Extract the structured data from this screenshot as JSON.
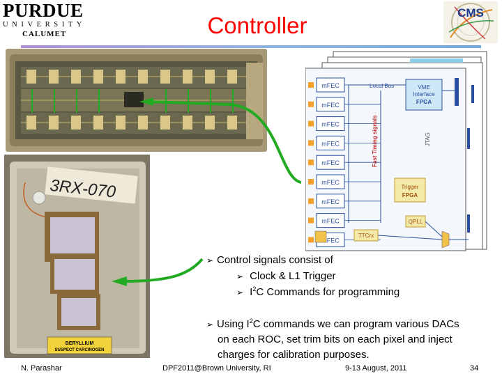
{
  "header": {
    "logo": {
      "line1": "PURDUE",
      "line2": "UNIVERSITY",
      "line3": "CALUMET"
    },
    "title": "Controller"
  },
  "diagram": {
    "mfec_label": "mFEC",
    "mfec_count": 9,
    "local_bus": "Local Bus",
    "vme_line1": "VME",
    "vme_line2": "Interface",
    "vme_line3": "FPGA",
    "fast_timing": "Fast Timing signals",
    "jtag": "JTAG",
    "trigger_line1": "Trigger",
    "trigger_line2": "FPGA",
    "qpll": "QPLL",
    "ttcrx": "TTCrx"
  },
  "photo_label": "3RX-070",
  "beryllium_line1": "BERYLLIUM",
  "beryllium_line2": "SUSPECT CARCINOGEN",
  "bullets": {
    "b1": "Control signals consist of",
    "b1a": "Clock & L1 Trigger",
    "b1b_pre": "I",
    "b1b_sup": "2",
    "b1b_post": "C Commands for programming",
    "b2_pre": "Using I",
    "b2_sup": "2",
    "b2_post": "C commands we can program various DACs",
    "b2_line2": "on each ROC, set trim bits on each pixel and inject",
    "b2_line3": "charges for calibration purposes."
  },
  "footer": {
    "author": "N. Parashar",
    "conference": "DPF2011@Brown University, RI",
    "date": "9-13 August, 2011",
    "page": "34"
  },
  "colors": {
    "title": "#ff0000",
    "arrow_green": "#22aa22",
    "rule_blue": "#6fa8dc",
    "rule_purple": "#b08fd0",
    "diagram_blue": "#2a4fa0",
    "fpga_fill": "#cfe8f7",
    "trigger_fill": "#f3e9a8"
  }
}
